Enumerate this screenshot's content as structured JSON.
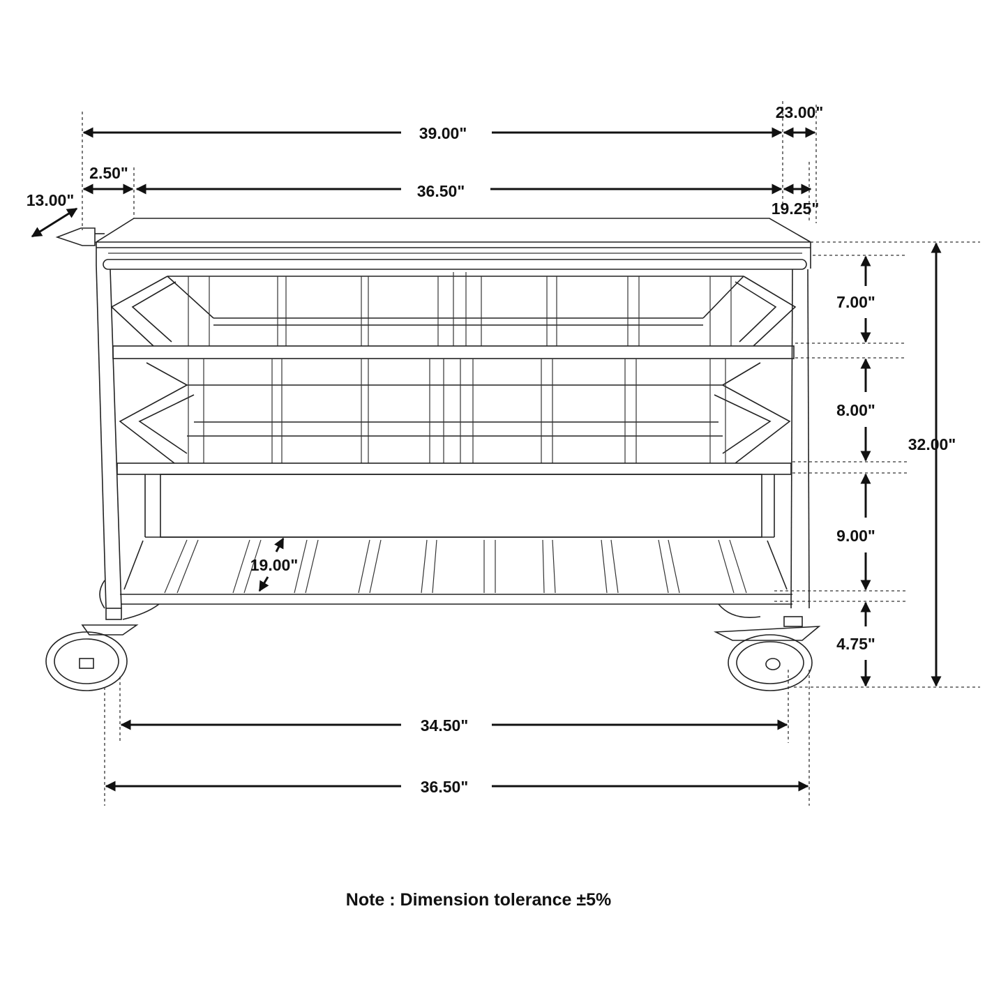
{
  "dimensions": {
    "overall_width": "39.00\"",
    "depth": "23.00\"",
    "handle_offset": "2.50\"",
    "top_width": "36.50\"",
    "top_depth": "19.25\"",
    "handle_length": "13.00\"",
    "upper_drawer_height": "7.00\"",
    "middle_drawer_height": "8.00\"",
    "lower_bin_height": "9.00\"",
    "caster_height": "4.75\"",
    "overall_height": "32.00\"",
    "shelf_depth": "19.00\"",
    "inner_base_width": "34.50\"",
    "outer_base_width": "36.50\""
  },
  "note": "Note : Dimension tolerance ±5%"
}
